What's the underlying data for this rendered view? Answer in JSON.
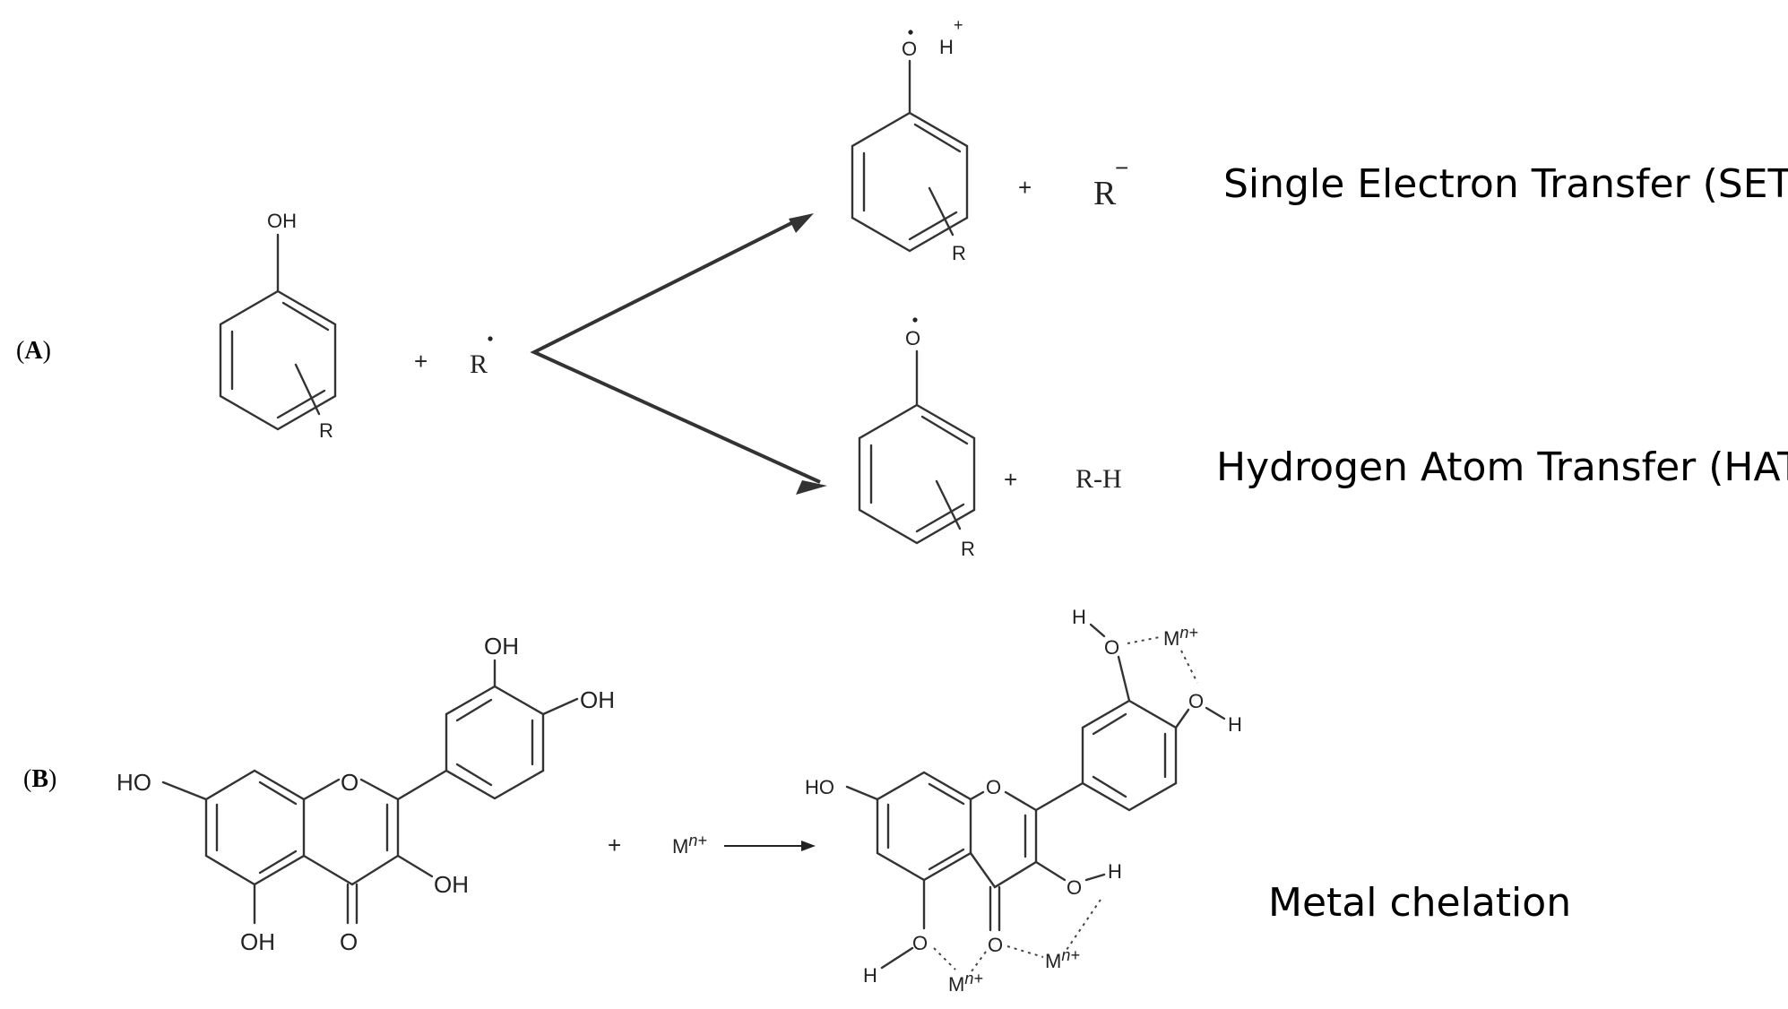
{
  "panel_a": {
    "label_open": "(",
    "label_letter": "A",
    "label_close": ")",
    "reactant_oh": "OH",
    "reactant_r": "R",
    "plus_1": "+",
    "radical": "R",
    "set_product_o": "O",
    "set_product_h": "H",
    "set_product_h_charge": "+",
    "set_product_r": "R",
    "set_plus": "+",
    "set_anion": "R",
    "set_anion_charge": "−",
    "set_caption": "Single Electron Transfer (SET)",
    "hat_product_o": "O",
    "hat_product_r": "R",
    "hat_plus": "+",
    "hat_rh": "R-H",
    "hat_caption": "Hydrogen Atom Transfer (HAT)"
  },
  "panel_b": {
    "label_open": "(",
    "label_letter": "B",
    "label_close": ")",
    "quercetin_ho_7": "HO",
    "quercetin_o_ring": "O",
    "quercetin_oh_3p": "OH",
    "quercetin_oh_4p": "OH",
    "quercetin_oh_3": "OH",
    "quercetin_oh_5": "OH",
    "quercetin_c4_o": "O",
    "plus": "+",
    "metal": "M",
    "metal_charge": "n+",
    "complex_ho_7": "HO",
    "complex_o_ring": "O",
    "complex_h_3p": "H",
    "complex_o_3p": "O",
    "complex_m_top": "M",
    "complex_m_top_charge": "n+",
    "complex_o_4p": "O",
    "complex_h_4p": "H",
    "complex_o_3": "O",
    "complex_h_3": "H",
    "complex_o_4": "O",
    "complex_m_right": "M",
    "complex_m_right_charge": "n+",
    "complex_o_5": "O",
    "complex_h_5": "H",
    "complex_m_bottom": "M",
    "complex_m_bottom_charge": "n+",
    "caption": "Metal chelation"
  }
}
